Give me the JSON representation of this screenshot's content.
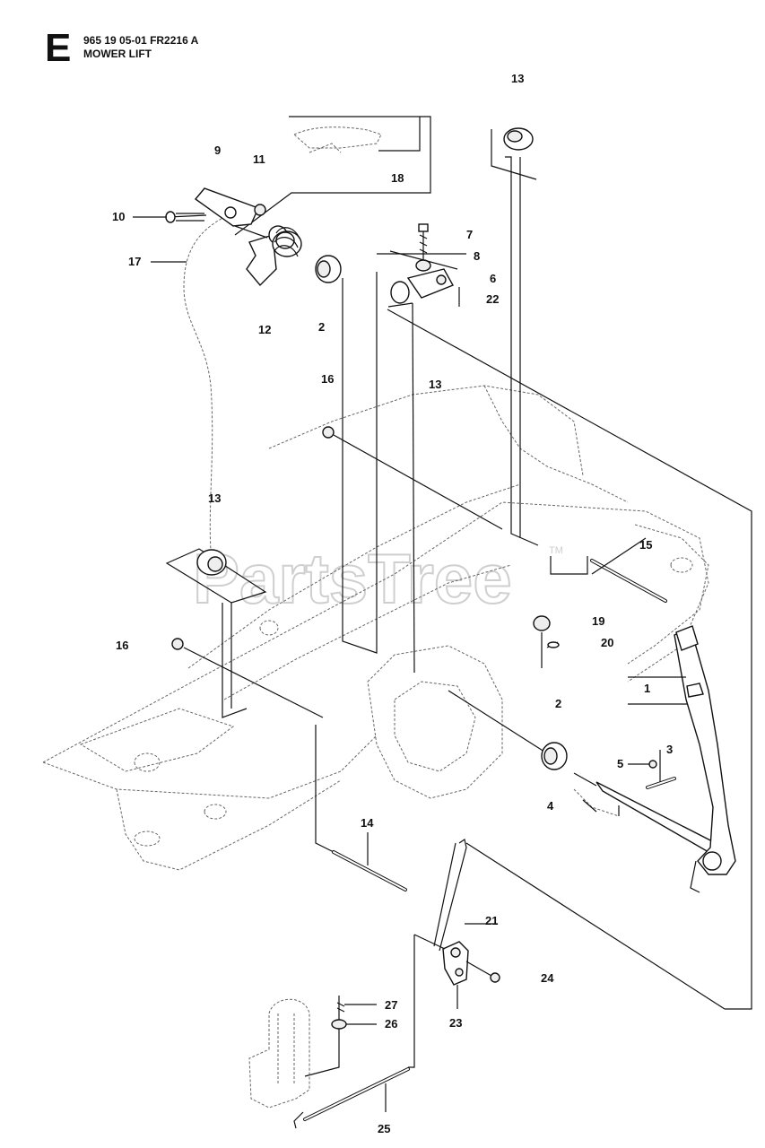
{
  "header": {
    "section_letter": "E",
    "code": "965 19 05-01 FR2216 A",
    "title": "MOWER LIFT"
  },
  "watermark": {
    "text": "PartsTree",
    "tm": "TM"
  },
  "callouts": [
    "13",
    "9",
    "11",
    "18",
    "10",
    "7",
    "8",
    "17",
    "6",
    "22",
    "12",
    "2",
    "16",
    "13",
    "13",
    "15",
    "19",
    "20",
    "16",
    "1",
    "2",
    "5",
    "3",
    "4",
    "14",
    "21",
    "24",
    "27",
    "26",
    "23",
    "25"
  ]
}
